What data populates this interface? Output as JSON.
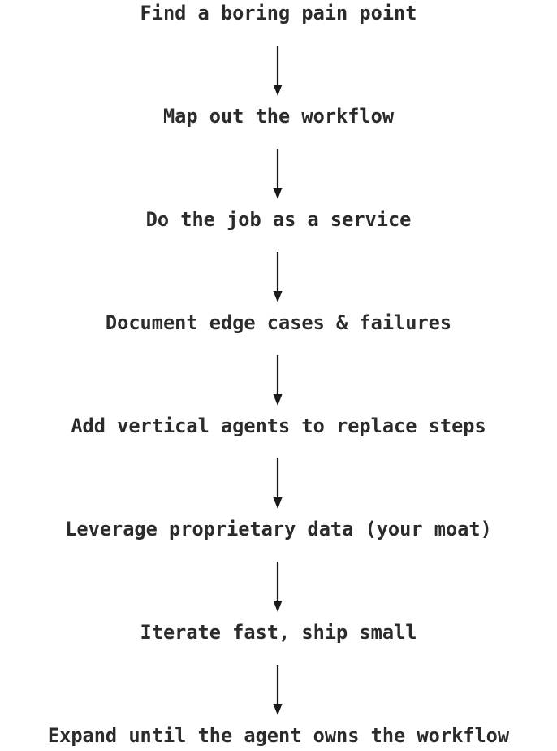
{
  "diagram": {
    "title": "Find a boring pain point",
    "type": "vertical-flowchart",
    "orientation": "top-to-bottom",
    "background_color": "#ffffff",
    "text_color": "#2b2b2b",
    "arrow_color": "#1a1a1a",
    "step_count": 8,
    "connector_count": 7,
    "steps": [
      {
        "index": 1,
        "label": "Find a boring pain point"
      },
      {
        "index": 2,
        "label": "Map out the workflow"
      },
      {
        "index": 3,
        "label": "Do the job as a service"
      },
      {
        "index": 4,
        "label": "Document edge cases & failures"
      },
      {
        "index": 5,
        "label": "Add vertical agents to replace steps"
      },
      {
        "index": 6,
        "label": "Leverage proprietary data (your moat)"
      },
      {
        "index": 7,
        "label": "Iterate fast, ship small"
      },
      {
        "index": 8,
        "label": "Expand until the agent owns the workflow"
      }
    ],
    "connectors": [
      {
        "index": 1,
        "from": "Find a boring pain point",
        "to": "Map out the workflow",
        "glyph": "down-arrow"
      },
      {
        "index": 2,
        "from": "Map out the workflow",
        "to": "Do the job as a service",
        "glyph": "down-arrow"
      },
      {
        "index": 3,
        "from": "Do the job as a service",
        "to": "Document edge cases & failures",
        "glyph": "down-arrow"
      },
      {
        "index": 4,
        "from": "Document edge cases & failures",
        "to": "Add vertical agents to replace steps",
        "glyph": "down-arrow"
      },
      {
        "index": 5,
        "from": "Add vertical agents to replace steps",
        "to": "Leverage proprietary data (your moat)",
        "glyph": "down-arrow"
      },
      {
        "index": 6,
        "from": "Leverage proprietary data (your moat)",
        "to": "Iterate fast, ship small",
        "glyph": "down-arrow"
      },
      {
        "index": 7,
        "from": "Iterate fast, ship small",
        "to": "Expand until the agent owns the workflow",
        "glyph": "down-arrow"
      }
    ]
  }
}
